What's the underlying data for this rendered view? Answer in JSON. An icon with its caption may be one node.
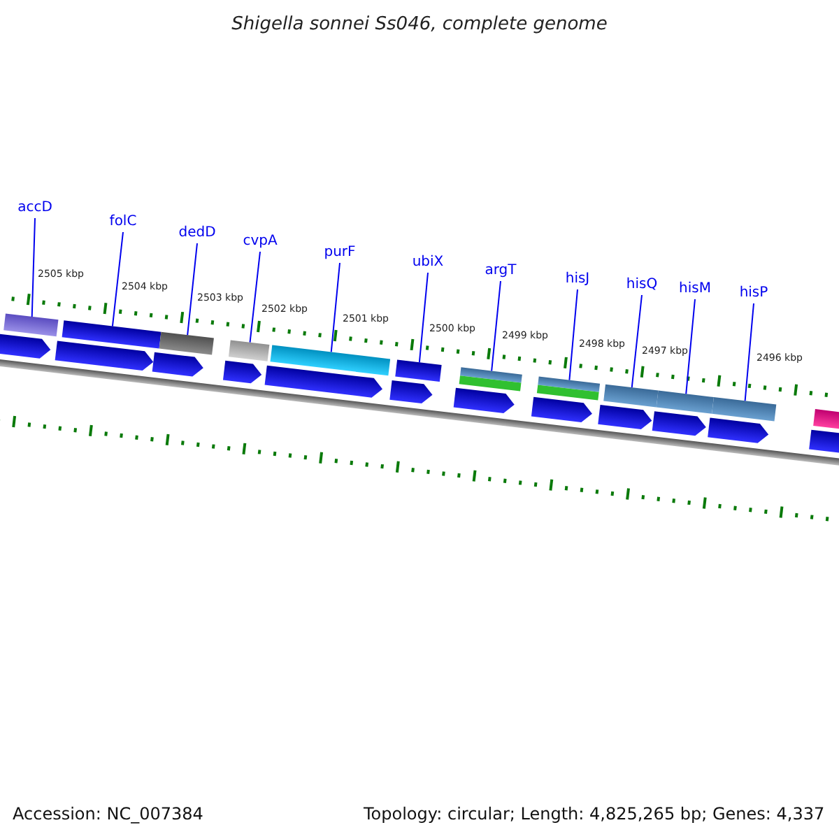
{
  "diagram": {
    "title": "Shigella sonnei Ss046, complete genome",
    "nodes": [
      {
        "text": [
          "accD"
        ]
      },
      {
        "text": [
          "folC"
        ]
      },
      {
        "text": [
          "dedD"
        ]
      },
      {
        "text": [
          "cvpA"
        ]
      },
      {
        "text": [
          "purF"
        ]
      },
      {
        "text": [
          "ubiX"
        ]
      },
      {
        "text": [
          "argT"
        ]
      },
      {
        "text": [
          "hisJ"
        ]
      },
      {
        "text": [
          "hisQ"
        ]
      },
      {
        "text": [
          "hisM"
        ]
      },
      {
        "text": [
          "hisP"
        ]
      },
      {
        "text": [],
        "shape": "bar"
      },
      {
        "text": [],
        "shape": "bar"
      },
      {
        "text": [],
        "shape": "bar"
      },
      {
        "text": [],
        "shape": "bar"
      },
      {
        "text": [],
        "shape": "bar"
      },
      {
        "text": [],
        "shape": "bar"
      },
      {
        "text": [],
        "shape": "bar"
      },
      {
        "text": [],
        "shape": "bar"
      },
      {
        "text": [],
        "shape": "bar"
      },
      {
        "text": [],
        "shape": "bar"
      },
      {
        "text": [],
        "shape": "bar"
      },
      {
        "text": [],
        "shape": "bar"
      }
    ],
    "edges": [
      {
        "from": 0,
        "to": 11,
        "arrow": "none"
      },
      {
        "from": 1,
        "to": 12,
        "arrow": "none"
      },
      {
        "from": 2,
        "to": 13,
        "arrow": "none"
      },
      {
        "from": 3,
        "to": 14,
        "arrow": "none"
      },
      {
        "from": 4,
        "to": 15,
        "arrow": "none"
      },
      {
        "from": 5,
        "to": 16,
        "arrow": "none"
      },
      {
        "from": 6,
        "to": 17,
        "arrow": "none"
      },
      {
        "from": 7,
        "to": 18,
        "arrow": "none"
      },
      {
        "from": 8,
        "to": 19,
        "arrow": "none"
      },
      {
        "from": 9,
        "to": 20,
        "arrow": "none"
      },
      {
        "from": 10,
        "to": 21,
        "arrow": "none"
      }
    ],
    "labels": [
      "2505 kbp",
      "2504 kbp",
      "2503 kbp",
      "2502 kbp",
      "2501 kbp",
      "2500 kbp",
      "2499 kbp",
      "2498 kbp",
      "2497 kbp",
      "2496 kbp",
      "Accession: NC_007384",
      "Topology: circular; Length: 4,825,265 bp; Genes: 4,337"
    ]
  }
}
